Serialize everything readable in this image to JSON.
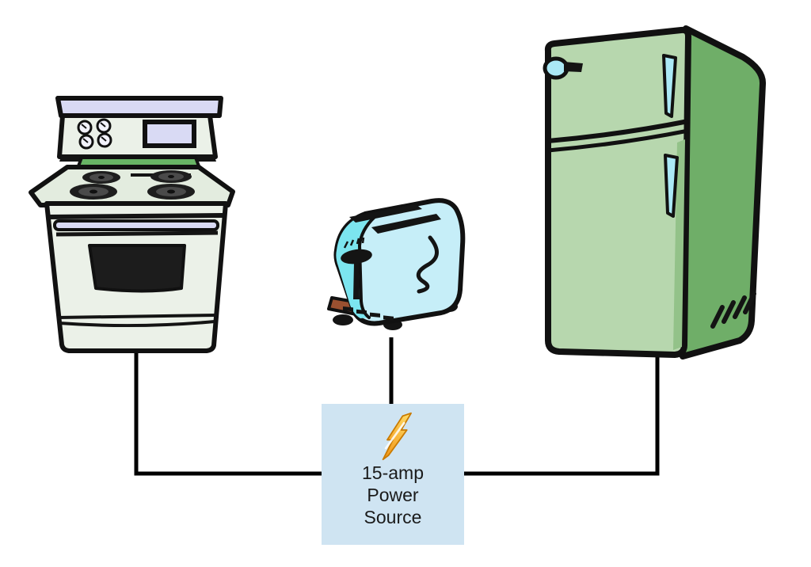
{
  "power_source": {
    "lines": [
      "15-amp",
      "Power",
      "Source"
    ],
    "icon": "lightning-bolt-icon",
    "fill": "#cfe4f2"
  },
  "nodes": [
    {
      "id": "stove",
      "icon": "stove-icon"
    },
    {
      "id": "toaster",
      "icon": "toaster-icon"
    },
    {
      "id": "refrigerator",
      "icon": "refrigerator-icon"
    }
  ],
  "connections": [
    {
      "from": "stove",
      "to": "power-source"
    },
    {
      "from": "toaster",
      "to": "power-source"
    },
    {
      "from": "refrigerator",
      "to": "power-source"
    }
  ],
  "theme": {
    "bg": "#ffffff",
    "wire": "#000000",
    "outline": "#111111",
    "box_bg": "#cfe4f2",
    "box_text": "#1a1a1a",
    "stove_body": "#ebf1e8",
    "stove_top": "#e3ecdf",
    "stove_lavender": "#d9daf4",
    "stove_green": "#68b465",
    "toaster_front": "#c6eef8",
    "toaster_side": "#7ce5ef",
    "toaster_base": "#9a5030",
    "fridge_front": "#b7d7ae",
    "fridge_side": "#6fae68",
    "fridge_handle": "#abe9f6",
    "bolt_light": "#ffdf6b",
    "bolt_dark": "#f19113",
    "bolt_edge": "#c97a00"
  }
}
